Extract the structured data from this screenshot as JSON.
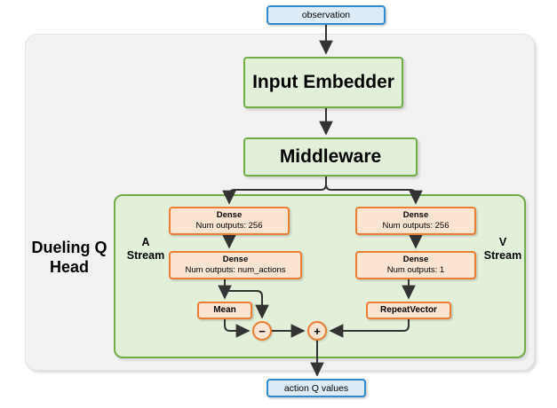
{
  "diagram": {
    "title": "Dueling Q Head network architecture",
    "colors": {
      "outer_panel_bg": "#f2f2f2",
      "green_fill": "#e2efd9",
      "green_border": "#70ad47",
      "orange_fill": "#fce4d2",
      "orange_border": "#ed7d31",
      "blue_fill": "#ddebf7",
      "blue_border": "#2e8bd0",
      "arrow": "#333333"
    }
  },
  "io": {
    "input_label": "observation",
    "output_label": "action Q values"
  },
  "modules": {
    "input_embedder": "Input Embedder",
    "middleware": "Middleware"
  },
  "head": {
    "name_line1": "Dueling Q",
    "name_line2": "Head",
    "a_stream_line1": "A",
    "a_stream_line2": "Stream",
    "v_stream_line1": "V",
    "v_stream_line2": "Stream"
  },
  "a_stream": {
    "dense1": {
      "title": "Dense",
      "subtitle": "Num outputs: 256"
    },
    "dense2": {
      "title": "Dense",
      "subtitle": "Num outputs: num_actions"
    },
    "mean": {
      "title": "Mean"
    }
  },
  "v_stream": {
    "dense1": {
      "title": "Dense",
      "subtitle": "Num outputs: 256"
    },
    "dense2": {
      "title": "Dense",
      "subtitle": "Num outputs: 1"
    },
    "repeat_vector": {
      "title": "RepeatVector"
    }
  },
  "operators": {
    "subtract": "−",
    "add": "+"
  }
}
